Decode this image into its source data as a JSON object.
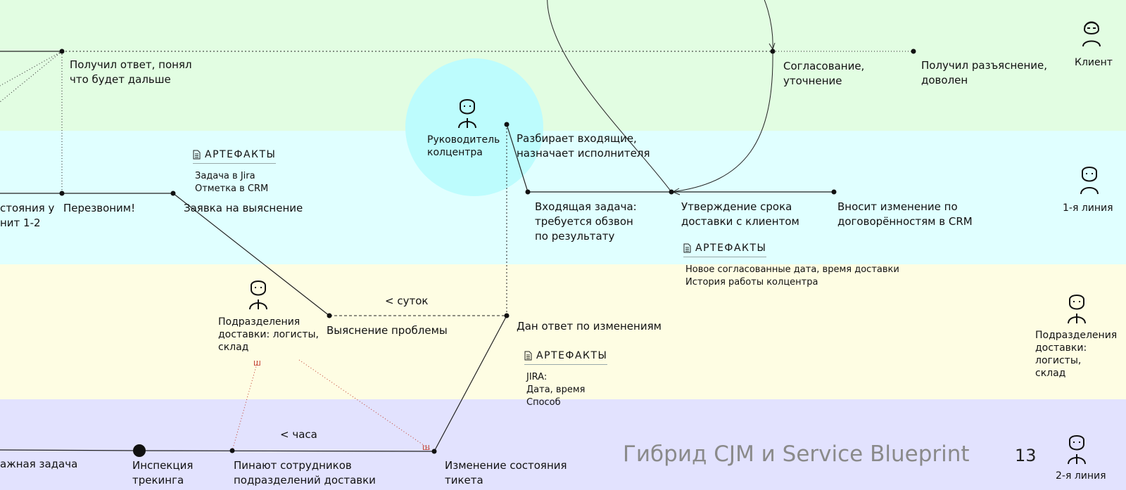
{
  "lanes": {
    "client": {
      "color": "#e2fde2"
    },
    "first_line": {
      "color": "#e0ffff"
    },
    "delivery": {
      "color": "#fefde3"
    },
    "second_line": {
      "color": "#e2e2fe"
    }
  },
  "roles": {
    "client": "Клиент",
    "first_line": "1-я линия",
    "delivery": "Подразделения\nдоставки: логисты,\nсклад",
    "second_line": "2-я линия",
    "manager": "Руководитель\nколцентра",
    "delivery_inline": "Подразделения\nдоставки: логисты,\nсклад"
  },
  "steps": {
    "got_answer": "Получил ответ, понял\nчто будет дальше",
    "agreement": "Согласование,\nуточнение",
    "got_explanation": "Получил разъяснение,\nдоволен",
    "state_left": "стояния у\nнит 1-2",
    "call_back": "Перезвоним!",
    "clarify_request": "Заявка на выяснение",
    "incoming_sort": "Разбирает входящие,\nназначает исполнителя",
    "incoming_task": "Входящая задача:\nтребуется обзвон\nпо результату",
    "confirm_date": "Утверждение срока\nдоставки с клиентом",
    "crm_change": "Вносит изменение по\nдоговорённостям в CRM",
    "problem": "Выяснение проблемы",
    "answer_given": "Дан ответ по изменениям",
    "less_day": "< суток",
    "less_hour": "< часа",
    "important_task": "ажная задача",
    "tracking": "Инспекция\nтрекинга",
    "ping": "Пинают сотрудников\nподразделений доставки",
    "ticket_change": "Изменение состояния\nтикета"
  },
  "artifacts": {
    "heading": "АРТЕФАКТЫ",
    "a1": [
      "Задача в Jira",
      "Отметка в CRM"
    ],
    "a2": [
      "Новое согласованные дата, время доставки",
      "История работы колцентра"
    ],
    "a3": [
      "JIRA:",
      "Дата, время",
      "Способ"
    ]
  },
  "footer": {
    "title": "Гибрид CJM и Service Blueprint",
    "page": "13"
  }
}
